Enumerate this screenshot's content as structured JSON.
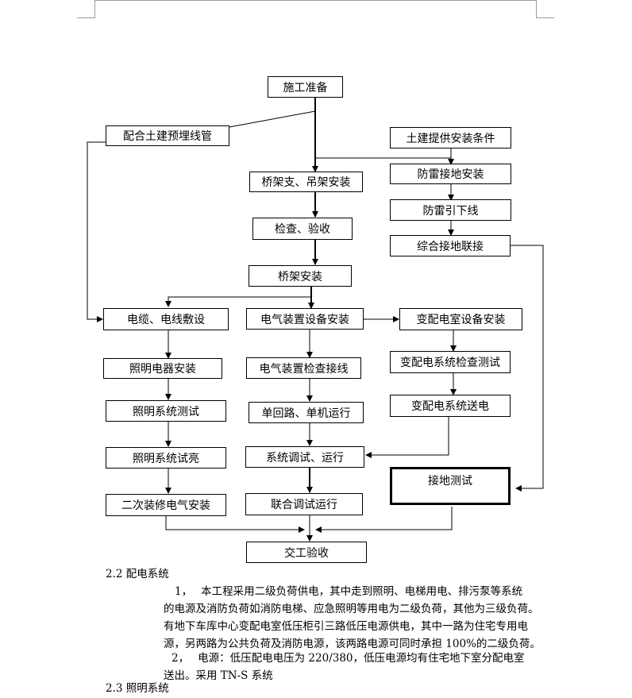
{
  "flow": {
    "start": "施工准备",
    "embed": "配合土建预埋线管",
    "civil_condition": "土建提供安装条件",
    "lightning_ground": "防雷接地安装",
    "lightning_down": "防雷引下线",
    "combined_ground": "综合接地联接",
    "bracket_install": "桥架支、吊架安装",
    "check_accept": "检查、验收",
    "tray_install": "桥架安装",
    "cable_laying": "电缆、电线敷设",
    "equipment_install": "电气装置设备安装",
    "substation_install": "变配电室设备安装",
    "lighting_install": "照明电器安装",
    "equipment_check": "电气装置检查接线",
    "substation_test": "变配电系统检查测试",
    "lighting_test": "照明系统测试",
    "single_run": "单回路、单机运行",
    "substation_power": "变配电系统送电",
    "lighting_trial": "照明系统试亮",
    "system_debug": "系统调试、运行",
    "ground_test": "接地测试",
    "secondary_decor": "二次装修电气安装",
    "joint_debug": "联合调试运行",
    "handover": "交工验收"
  },
  "section_22": {
    "heading": "2.2 配电系统",
    "p1_line1": "1，　 本工程采用二级负荷供电，其中走到照明、电梯用电、排污泵等系统",
    "p1_line2": "的电源及消防负荷如消防电梯、应急照明等用电为二级负荷，其他为三级负荷。",
    "p1_line3": "有地下车库中心变配电室低压柜引三路低压电源供电，其中一路为住宅专用电",
    "p1_line4": "源，另两路为公共负荷及消防电源，该两路电源可同时承担 100%的二级负荷。",
    "p2_line1": "2，　 电源：低压配电电压为 220/380，低压电源均有住宅地下室分配电室",
    "p2_line2": "送出。采用 TN-S 系统"
  },
  "section_23": {
    "heading": "2.3 照明系统"
  }
}
